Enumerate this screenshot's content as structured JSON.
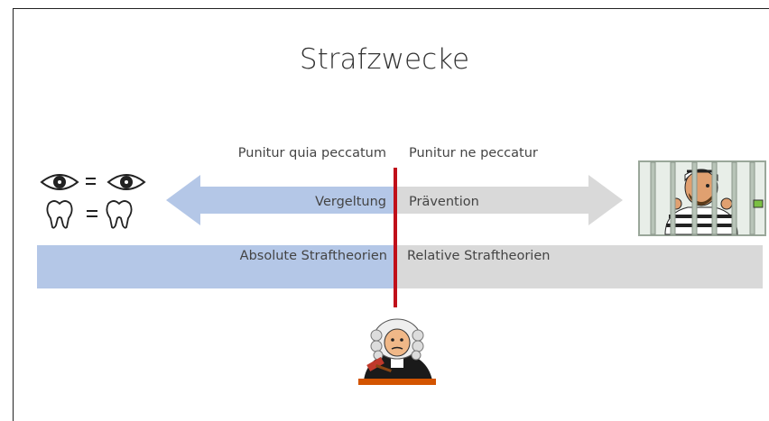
{
  "slide": {
    "title": "Strafzwecke",
    "left_heading": "Punitur quia peccatum",
    "right_heading": "Punitur ne peccatur",
    "left_arrow_label": "Vergeltung",
    "right_arrow_label": "Prävention",
    "left_bar_label": "Absolute Straftheorien",
    "right_bar_label": "Relative Straftheorien",
    "colors": {
      "left": "#b4c7e7",
      "right": "#d9d9d9",
      "divider": "#c0101a"
    },
    "icons": [
      "eye-equals-eye-icon",
      "tooth-equals-tooth-icon",
      "prisoner-icon",
      "judge-icon"
    ]
  }
}
